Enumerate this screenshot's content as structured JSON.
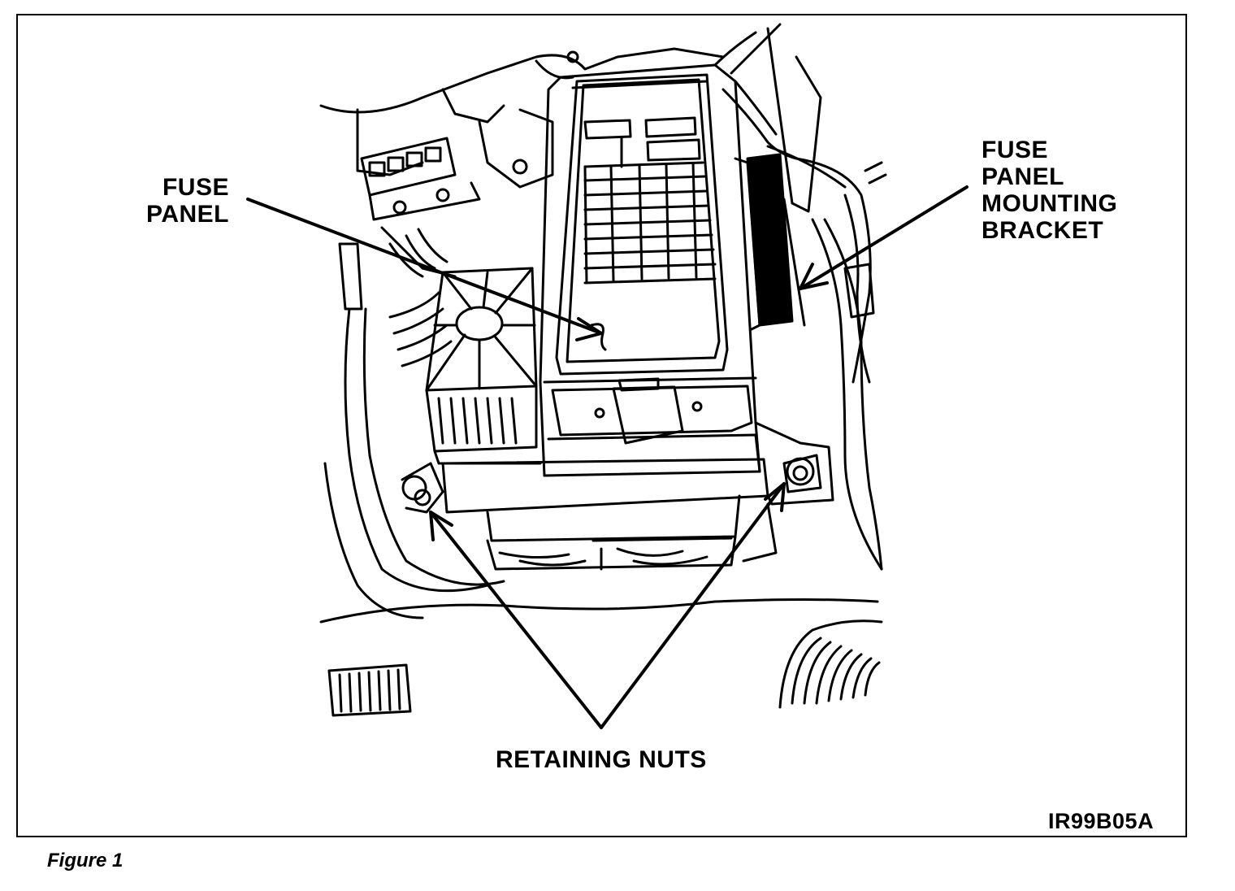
{
  "callouts": {
    "fuse_panel": [
      "FUSE",
      "PANEL"
    ],
    "mounting_bracket": [
      "FUSE",
      "PANEL",
      "MOUNTING",
      "BRACKET"
    ],
    "retaining_nuts": "RETAINING NUTS"
  },
  "image_code": "IR99B05A",
  "caption": "Figure 1",
  "colors": {
    "ink": "#000000",
    "paper": "#ffffff"
  }
}
